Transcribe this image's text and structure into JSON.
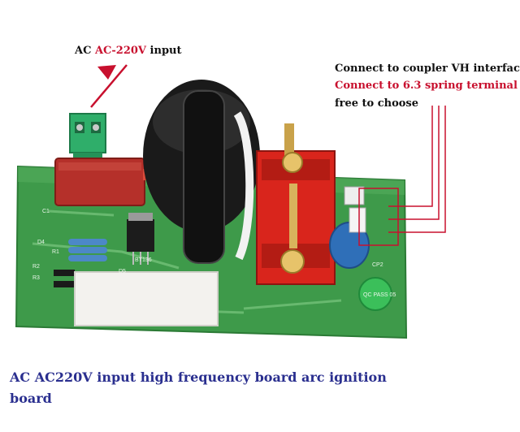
{
  "annotations": {
    "ac_prefix": "AC ",
    "ac_voltage": "AC-220V",
    "ac_suffix": " input",
    "connect_coupler": "Connect to coupler VH interface",
    "connect_spring": "Connect to 6.3 spring terminal",
    "free_choose": "free to choose"
  },
  "caption": "AC AC220V input high frequency board arc ignition board",
  "board_markings": {
    "c1": "C1",
    "d4": "D4",
    "r1": "R1",
    "r2": "R2",
    "r3": "R3",
    "d5": "D5",
    "btb": "BT136",
    "cp2": "CP2",
    "cert": "QC PASS 05"
  },
  "colors": {
    "board": "#3e9a4a",
    "annotation_red": "#c8102e",
    "caption_blue": "#2a2f8f",
    "capacitor_red": "#b5302a",
    "terminal_red": "#d9251c",
    "terminal_green": "#2fae6a",
    "disc_cap_blue": "#2f6fb8"
  }
}
